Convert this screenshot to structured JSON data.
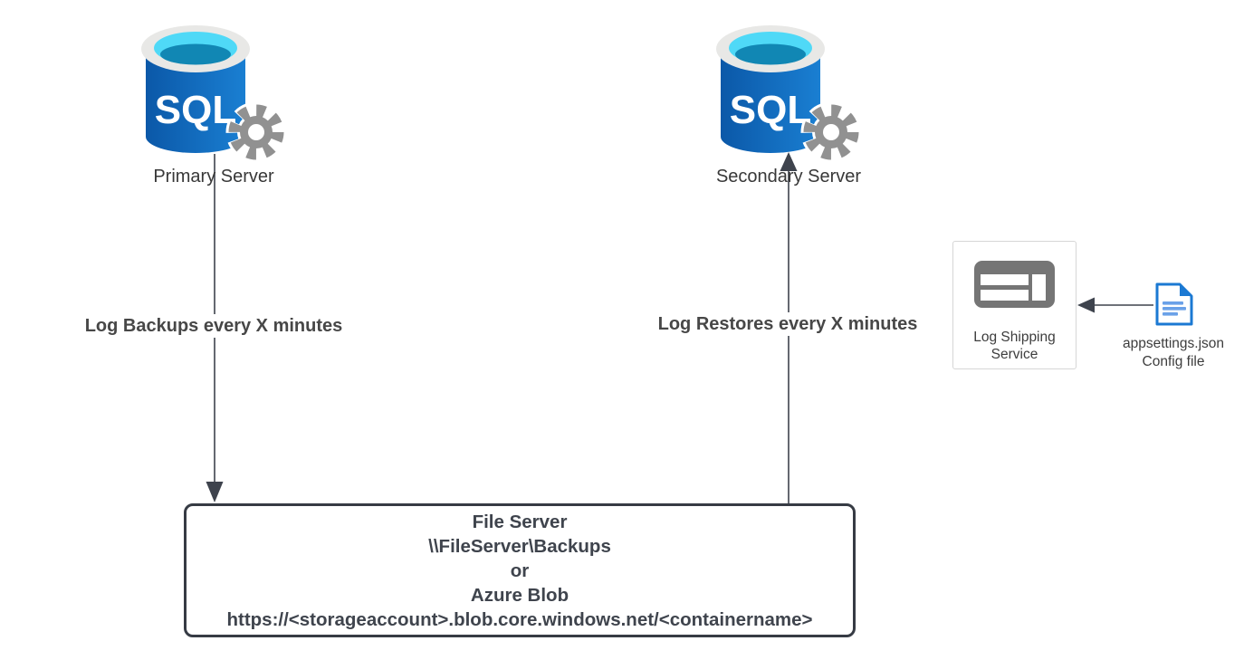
{
  "diagram": {
    "primary_server": {
      "icon_text": "SQL",
      "label": "Primary Server"
    },
    "secondary_server": {
      "icon_text": "SQL",
      "label": "Secondary Server"
    },
    "backup_flow_label": "Log Backups every X minutes",
    "restore_flow_label": "Log Restores every X minutes",
    "storage_box": {
      "lines": [
        "File Server",
        "\\\\FileServer\\Backups",
        "or",
        "Azure Blob",
        "https://<storageaccount>.blob.core.windows.net/<containername>"
      ]
    },
    "log_shipping_service": {
      "label": [
        "Log Shipping",
        "Service"
      ]
    },
    "config_file": {
      "label": [
        "appsettings.json",
        "Config file"
      ]
    },
    "colors": {
      "sql_body_dark": "#0b58a8",
      "sql_body_light": "#1a7fd2",
      "sql_rim": "#e8e8e6",
      "sql_top_cyan": "#4fd9f7",
      "sql_top_teal": "#1187b4",
      "gear_gray": "#919191",
      "service_icon_gray": "#757575",
      "doc_border_blue": "#1b79d3",
      "doc_line_blue": "#6aa1e8",
      "connector": "#3e434d",
      "storage_text": "#3f444d",
      "flow_label_text": "#474747"
    }
  }
}
